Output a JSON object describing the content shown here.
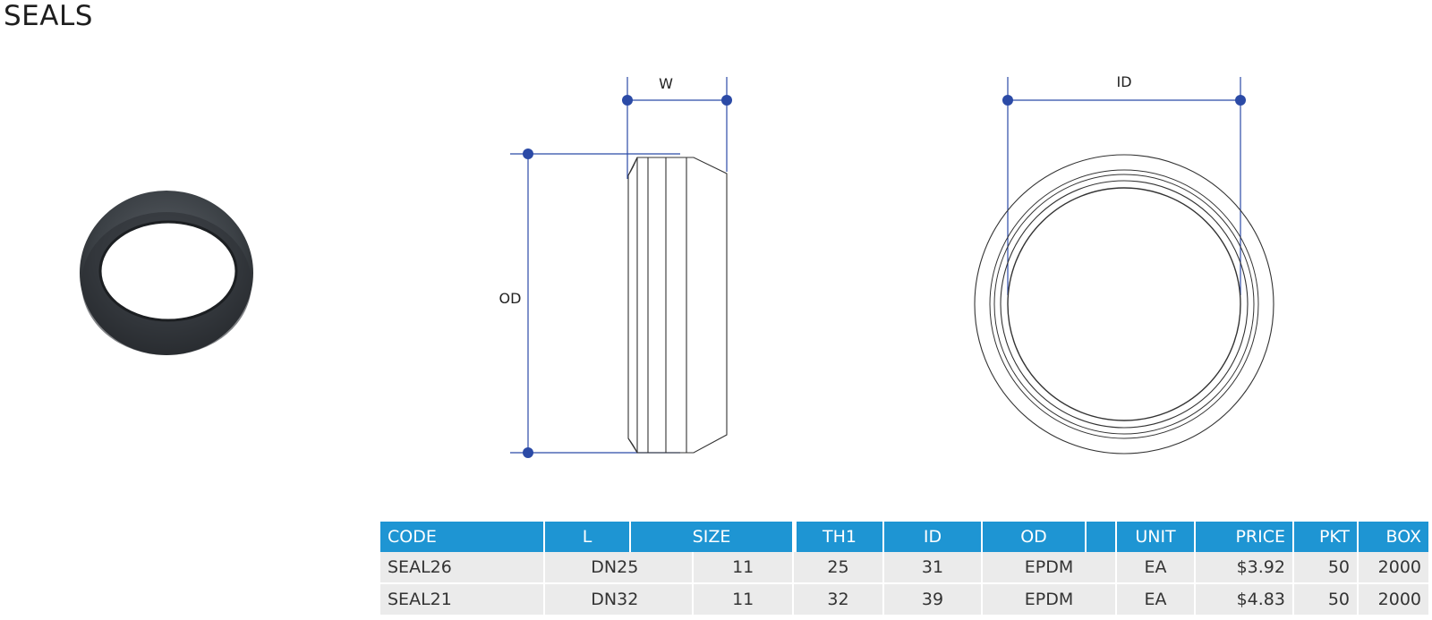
{
  "title": "SEALS",
  "drawing_labels": {
    "w": "W",
    "od": "OD",
    "id": "ID"
  },
  "colors": {
    "header_bg": "#1e95d3",
    "row_bg": "#ebebeb",
    "dimension_line": "#2b4aa6"
  },
  "table": {
    "headers": {
      "code": "CODE",
      "l": "L",
      "size": "SIZE",
      "th1": "TH1",
      "id": "ID",
      "od": "OD",
      "blank": "",
      "unit": "UNIT",
      "price": "PRICE",
      "pkt": "PKT",
      "box": "BOX"
    },
    "rows": [
      {
        "code": "SEAL26",
        "size": "DN25",
        "col4": "11",
        "col5": "25",
        "col6": "31",
        "col7": "EPDM",
        "unit": "EA",
        "price": "$3.92",
        "pkt": "50",
        "box": "2000"
      },
      {
        "code": "SEAL21",
        "size": "DN32",
        "col4": "11",
        "col5": "32",
        "col6": "39",
        "col7": "EPDM",
        "unit": "EA",
        "price": "$4.83",
        "pkt": "50",
        "box": "2000"
      }
    ]
  }
}
